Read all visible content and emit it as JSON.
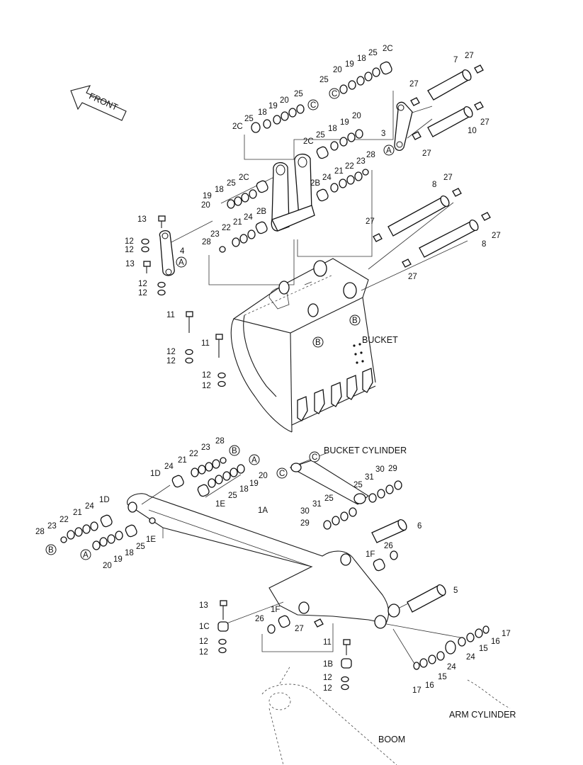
{
  "labels": {
    "front": "FRONT",
    "bucket": "BUCKET",
    "bucket_cylinder": "BUCKET CYLINDER",
    "arm_cylinder": "ARM CYLINDER",
    "boom": "BOOM"
  },
  "callouts": {
    "c_top_2C": "2C",
    "c_top_25": "25",
    "c_top_18": "18",
    "c_top_19": "19",
    "c_top_20": "20",
    "c_top2_25": "25",
    "c_7": "7",
    "c_27a": "27",
    "c_27b": "27",
    "c_27c": "27",
    "c_10": "10",
    "c_27d": "27",
    "c_l1_2C": "2C",
    "c_l1_25": "25",
    "c_l1_18": "18",
    "c_l1_19": "19",
    "c_l1_20": "20",
    "c_l1_25b": "25",
    "c_3": "3",
    "c_m_2C": "2C",
    "c_m_25": "25",
    "c_m_18": "18",
    "c_m_19": "19",
    "c_m_20": "20",
    "c_r_2B": "2B",
    "c_r_24": "24",
    "c_r_21": "21",
    "c_r_22": "22",
    "c_r_23": "23",
    "c_r_28": "28",
    "c_l2_2C": "2C",
    "c_l2_25": "25",
    "c_l2_18": "18",
    "c_l2_19": "19",
    "c_l2_20": "20",
    "c_l3_23": "23",
    "c_l3_22": "22",
    "c_l3_21": "21",
    "c_l3_24": "24",
    "c_l3_2B": "2B",
    "c_l3_28": "28",
    "c_13a": "13",
    "c_12a": "12",
    "c_12b": "12",
    "c_4": "4",
    "c_13b": "13",
    "c_12c": "12",
    "c_12d": "12",
    "c_8a": "8",
    "c_27e": "27",
    "c_27f": "27",
    "c_27g": "27",
    "c_8b": "8",
    "c_27h": "27",
    "c_11a": "11",
    "c_11b": "11",
    "c_12e": "12",
    "c_12f": "12",
    "c_12g": "12",
    "c_12h": "12",
    "b_28": "28",
    "b_23": "23",
    "b_22": "22",
    "b_21": "21",
    "b_24": "24",
    "b_1D": "1D",
    "b_20": "20",
    "b_19": "19",
    "b_18": "18",
    "b_25": "25",
    "b_1E": "1E",
    "b_1D2": "1D",
    "b_24b": "24",
    "b_21b": "21",
    "b_22b": "22",
    "b_23b": "23",
    "b_28b": "28",
    "b_25b": "25",
    "b_18b": "18",
    "b_19b": "19",
    "b_20b": "20",
    "b_1E2": "1E",
    "b_1A": "1A",
    "b_30": "30",
    "b_31": "31",
    "b_25c": "25",
    "b_29": "29",
    "b_25d": "25",
    "b_31b": "31",
    "b_30b": "30",
    "b_29b": "29",
    "b_6": "6",
    "b_1F": "1F",
    "b_26": "26",
    "b_5": "5",
    "b_13": "13",
    "b_1C": "1C",
    "b_12a": "12",
    "b_12b": "12",
    "b_26b": "26",
    "b_1F2": "1F",
    "b_27": "27",
    "b_11": "11",
    "b_1B": "1B",
    "b_12c": "12",
    "b_12d": "12",
    "b_17": "17",
    "b_16": "16",
    "b_15": "15",
    "b_24c": "24",
    "b_17b": "17",
    "b_16b": "16",
    "b_15b": "15",
    "b_24d": "24"
  },
  "markers": {
    "A": "A",
    "B": "B",
    "C": "C"
  }
}
